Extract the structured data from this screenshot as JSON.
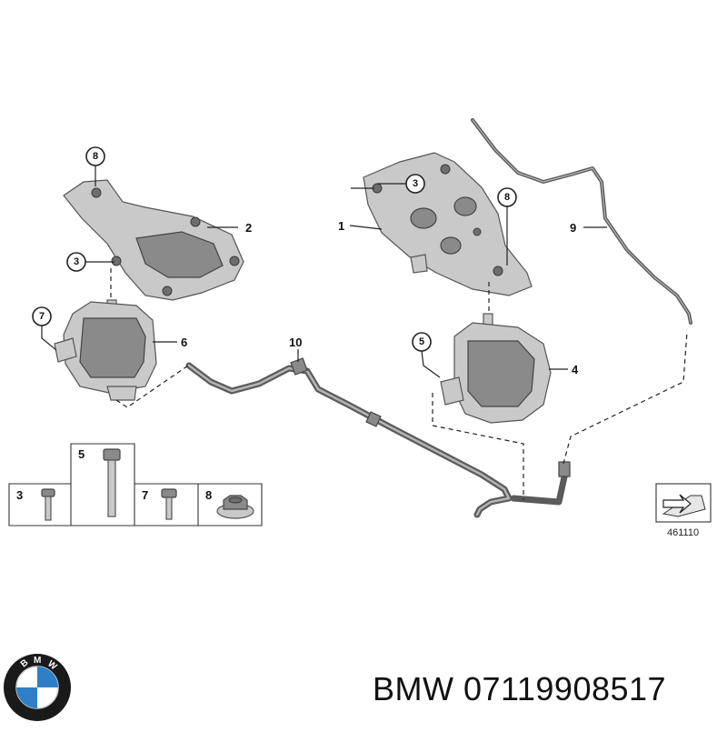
{
  "callouts": {
    "left_bracket_top": "8",
    "left_bracket_main": "2",
    "left_bracket_bolt": "3",
    "left_mount_screw": "7",
    "left_mount": "6",
    "hose_left": "10",
    "right_bracket_main": "1",
    "right_bracket_bolt": "3",
    "right_bracket_nut": "8",
    "vacuum_line": "9",
    "right_mount_screw": "5",
    "right_mount": "4"
  },
  "fasteners": [
    "3",
    "5",
    "7",
    "8"
  ],
  "reference_number": "461110",
  "logo": {
    "letters": "BMW",
    "colors": {
      "ring": "#1a1a1a",
      "blue": "#2f7fc6",
      "white": "#ffffff"
    }
  },
  "caption": "BMW 07119908517"
}
